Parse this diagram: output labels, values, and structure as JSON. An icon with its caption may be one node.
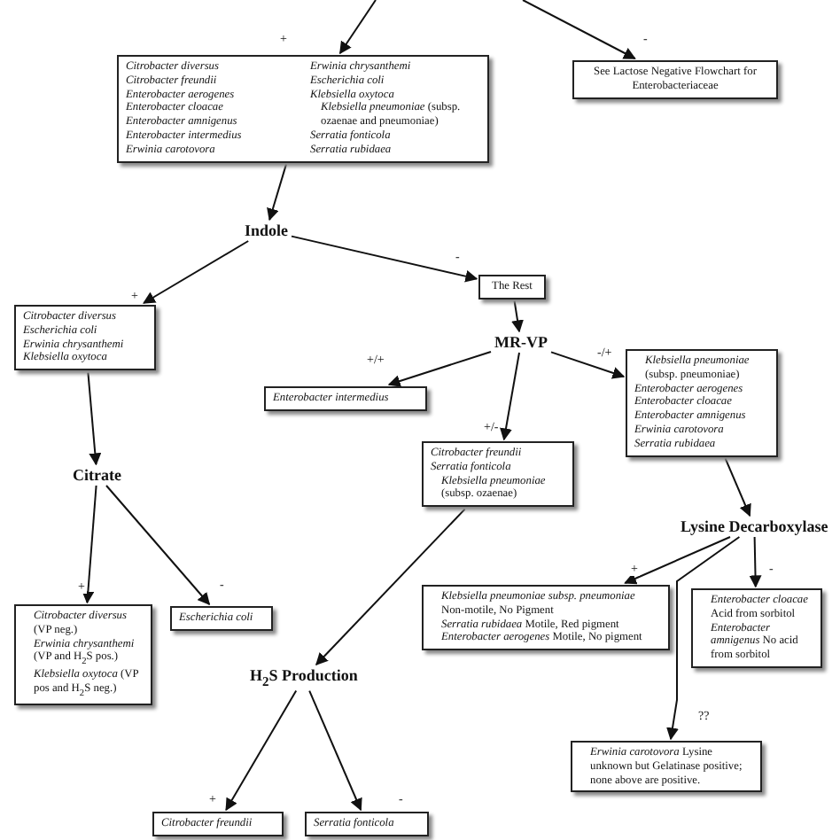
{
  "diagram": {
    "nodes": [
      {
        "text": [
          "Citrobacter diversus",
          "Citrobacter freundii",
          "Enterobacter aerogenes",
          "Enterobacter cloacae",
          "Enterobacter amnigenus",
          "Enterobacter intermedius",
          "Erwinia carotovora",
          "Erwinia chrysanthemi",
          "Escherichia coli",
          "Klebsiella oxytoca",
          "*Klebsiella pneumoniae* (subsp. ozaenae and pneumoniae)",
          "Serratia fonticola",
          "Serratia rubidaea"
        ]
      },
      {
        "text": [
          "See Lactose Negative Flowchart for Enterobacteriaceae"
        ]
      },
      {
        "text": [
          "Indole"
        ]
      },
      {
        "text": [
          "Citrobacter diversus",
          "Escherichia coli",
          "Erwinia chrysanthemi",
          "Klebsiella oxytoca"
        ]
      },
      {
        "text": [
          "The Rest"
        ]
      },
      {
        "text": [
          "MR-VP"
        ]
      },
      {
        "text": [
          "Enterobacter intermedius"
        ]
      },
      {
        "text": [
          "Citrobacter freundii",
          "Serratia fonticola",
          "*Klebsiella pneumoniae* (subsp. ozaenae)"
        ]
      },
      {
        "text": [
          "*Klebsiella pneumoniae* (subsp. pneumoniae)",
          "Enterobacter aerogenes",
          "Enterobacter cloacae",
          "Enterobacter amnigenus",
          "Erwinia carotovora",
          "Serratia rubidaea"
        ]
      },
      {
        "text": [
          "Citrate"
        ]
      },
      {
        "text": [
          "Lysine Decarboxylase"
        ]
      },
      {
        "text": [
          "*Citrobacter diversus* (VP neg.)",
          "*Erwinia chrysanthemi* (VP and H$_{2}$S pos.)",
          "*Klebsiella oxytoca* (VP pos and H$_{2}$S neg.)"
        ]
      },
      {
        "text": [
          "Escherichia coli"
        ]
      },
      {
        "text": [
          "H$_{2}$S Production"
        ]
      },
      {
        "text": [
          "*Klebsiella pneumoniae subsp. pneumoniae* Non-motile, No Pigment",
          "*Serratia rubidaea* Motile, Red pigment",
          "*Enterobacter aerogenes* Motile, No pigment"
        ]
      },
      {
        "text": [
          "*Enterobacter cloacae* Acid from sorbitol",
          "*Enterobacter amnigenus* No acid from sorbitol"
        ]
      },
      {
        "text": [
          "*Erwinia carotovora* Lysine unknown but Gelatinase positive; none above are positive."
        ]
      },
      {
        "text": [
          "Citrobacter freundii"
        ]
      },
      {
        "text": [
          "Serratia fonticola"
        ]
      }
    ],
    "edges": [
      {
        "from": null,
        "to": 0,
        "arrow": "to",
        "label": "+"
      },
      {
        "from": null,
        "to": 1,
        "arrow": "to",
        "label": "-"
      },
      {
        "from": 0,
        "to": 2,
        "arrow": "to"
      },
      {
        "from": 2,
        "to": 3,
        "arrow": "to",
        "label": "+"
      },
      {
        "from": 2,
        "to": 4,
        "arrow": "to",
        "label": "-"
      },
      {
        "from": 4,
        "to": 5,
        "arrow": "to"
      },
      {
        "from": 5,
        "to": 6,
        "arrow": "to",
        "label": "+/+"
      },
      {
        "from": 5,
        "to": 7,
        "arrow": "to",
        "label": "+/-"
      },
      {
        "from": 5,
        "to": 8,
        "arrow": "to",
        "label": "-/+"
      },
      {
        "from": 3,
        "to": 9,
        "arrow": "to"
      },
      {
        "from": 8,
        "to": 10,
        "arrow": "to"
      },
      {
        "from": 9,
        "to": 11,
        "arrow": "to",
        "label": "+"
      },
      {
        "from": 9,
        "to": 12,
        "arrow": "to",
        "label": "-"
      },
      {
        "from": 7,
        "to": 13,
        "arrow": "to"
      },
      {
        "from": 10,
        "to": 14,
        "arrow": "to",
        "label": "+"
      },
      {
        "from": 10,
        "to": 15,
        "arrow": "to",
        "label": "-"
      },
      {
        "from": 10,
        "to": 16,
        "arrow": "to",
        "label": "??"
      },
      {
        "from": 13,
        "to": 17,
        "arrow": "to",
        "label": "+"
      },
      {
        "from": 13,
        "to": 18,
        "arrow": "to",
        "label": "-"
      }
    ]
  }
}
